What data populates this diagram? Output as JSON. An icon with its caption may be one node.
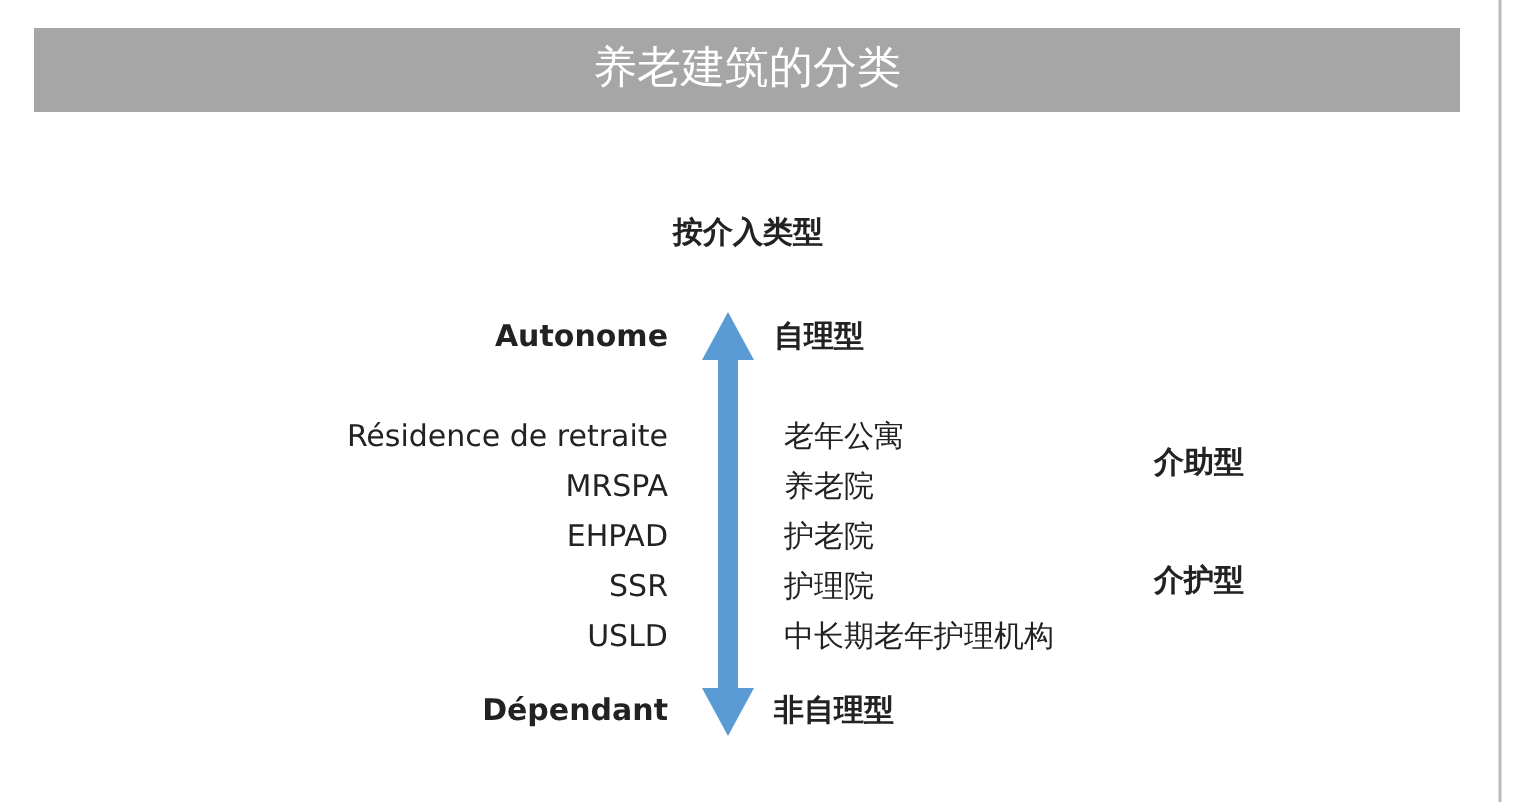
{
  "diagram": {
    "title": "养老建筑的分类",
    "labels": [
      "按介入类型",
      "Autonome",
      "自理型",
      "Résidence de retraite",
      "老年公寓",
      "介助型",
      "MRSPA",
      "养老院",
      "EHPAD",
      "护老院",
      "SSR",
      "护理院",
      "介护型",
      "USLD",
      "中长期老年护理机构",
      "Dépendant",
      "非自理型"
    ]
  }
}
